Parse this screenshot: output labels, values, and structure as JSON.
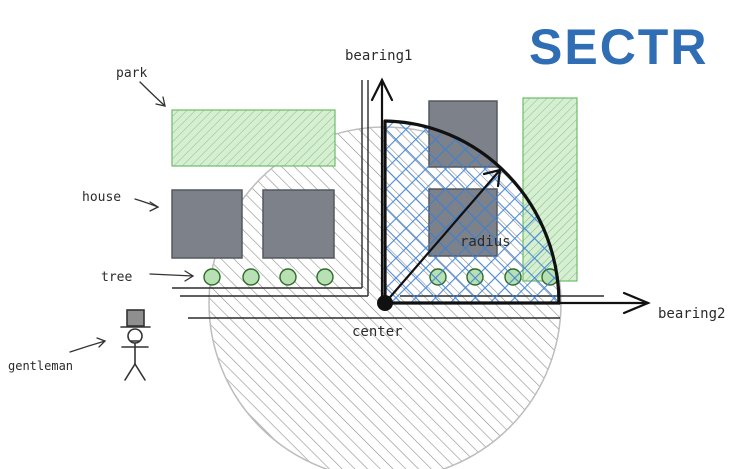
{
  "logo": {
    "text": "SECTR",
    "color": "#2f6db5"
  },
  "labels": {
    "park": "park",
    "house": "house",
    "tree": "tree",
    "gentleman": "gentleman",
    "bearing1": "bearing1",
    "bearing2": "bearing2",
    "radius": "radius",
    "center": "center"
  },
  "colors": {
    "park_fill": "#b7e0b3",
    "house_fill": "#7d8189",
    "tree_fill": "#b7e0b3",
    "circle_hatch": "#8f8f8f",
    "sector_hatch": "#3b7fd6",
    "ink": "#1a1a1a"
  },
  "icons": [
    "gentleman-stick-figure",
    "arrow-icon"
  ]
}
